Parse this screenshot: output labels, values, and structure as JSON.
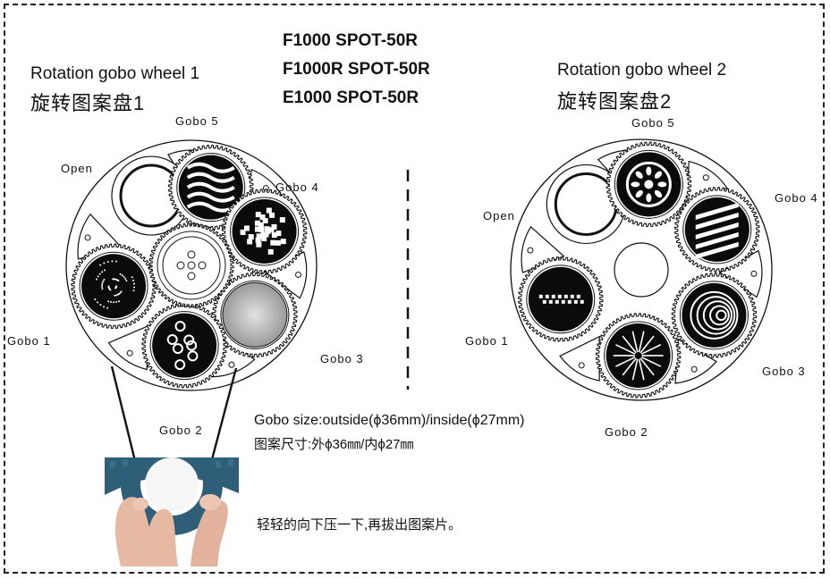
{
  "models": [
    "F1000 SPOT-50R",
    "F1000R SPOT-50R",
    "E1000 SPOT-50R"
  ],
  "wheel1": {
    "title_en": "Rotation gobo wheel 1",
    "title_cn": "旋转图案盘1",
    "labels": {
      "open": "Open",
      "gobo1": "Gobo 1",
      "gobo2": "Gobo 2",
      "gobo3": "Gobo 3",
      "gobo4": "Gobo 4",
      "gobo5": "Gobo 5"
    }
  },
  "wheel2": {
    "title_en": "Rotation gobo wheel 2",
    "title_cn": "旋转图案盘2",
    "labels": {
      "open": "Open",
      "gobo1": "Gobo 1",
      "gobo2": "Gobo 2",
      "gobo3": "Gobo 3",
      "gobo4": "Gobo 4",
      "gobo5": "Gobo 5"
    }
  },
  "gobo_size_en": "Gobo size:outside(ϕ36mm)/inside(ϕ27mm)",
  "gobo_size_cn": "图案尺寸:外ϕ36㎜/内ϕ27㎜",
  "press_instruction": "轻轻的向下压一下,再拔出图案片。",
  "colors": {
    "line": "#111111",
    "photo_gear": "#2f5f78",
    "border": "#222222"
  }
}
